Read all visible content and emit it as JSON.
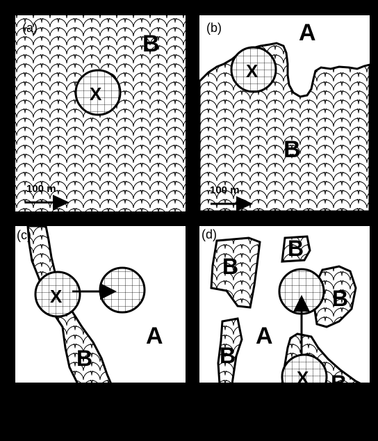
{
  "panels": {
    "a": {
      "label": "(a)",
      "habitat_label": "B",
      "focal_label": "X",
      "scale_text": "100 m"
    },
    "b": {
      "label": "(b)",
      "top_label": "A",
      "bottom_label": "B",
      "focal_label": "X",
      "scale_text": "100 m"
    },
    "c": {
      "label": "(c)",
      "focal_label": "X",
      "matrix_label": "A",
      "patch_label": "B"
    },
    "d": {
      "label": "(d)",
      "matrix_label": "A",
      "patch_label_1": "B",
      "patch_label_2": "B",
      "patch_label_3": "B",
      "patch_label_4": "B",
      "patch_label_5": "B",
      "focal_label": "X"
    }
  },
  "colors": {
    "frame": "#000000",
    "background": "#ffffff",
    "pattern": "#000000"
  },
  "icons": {
    "arrow": "arrow-right-icon",
    "move": "arrow-icon"
  }
}
